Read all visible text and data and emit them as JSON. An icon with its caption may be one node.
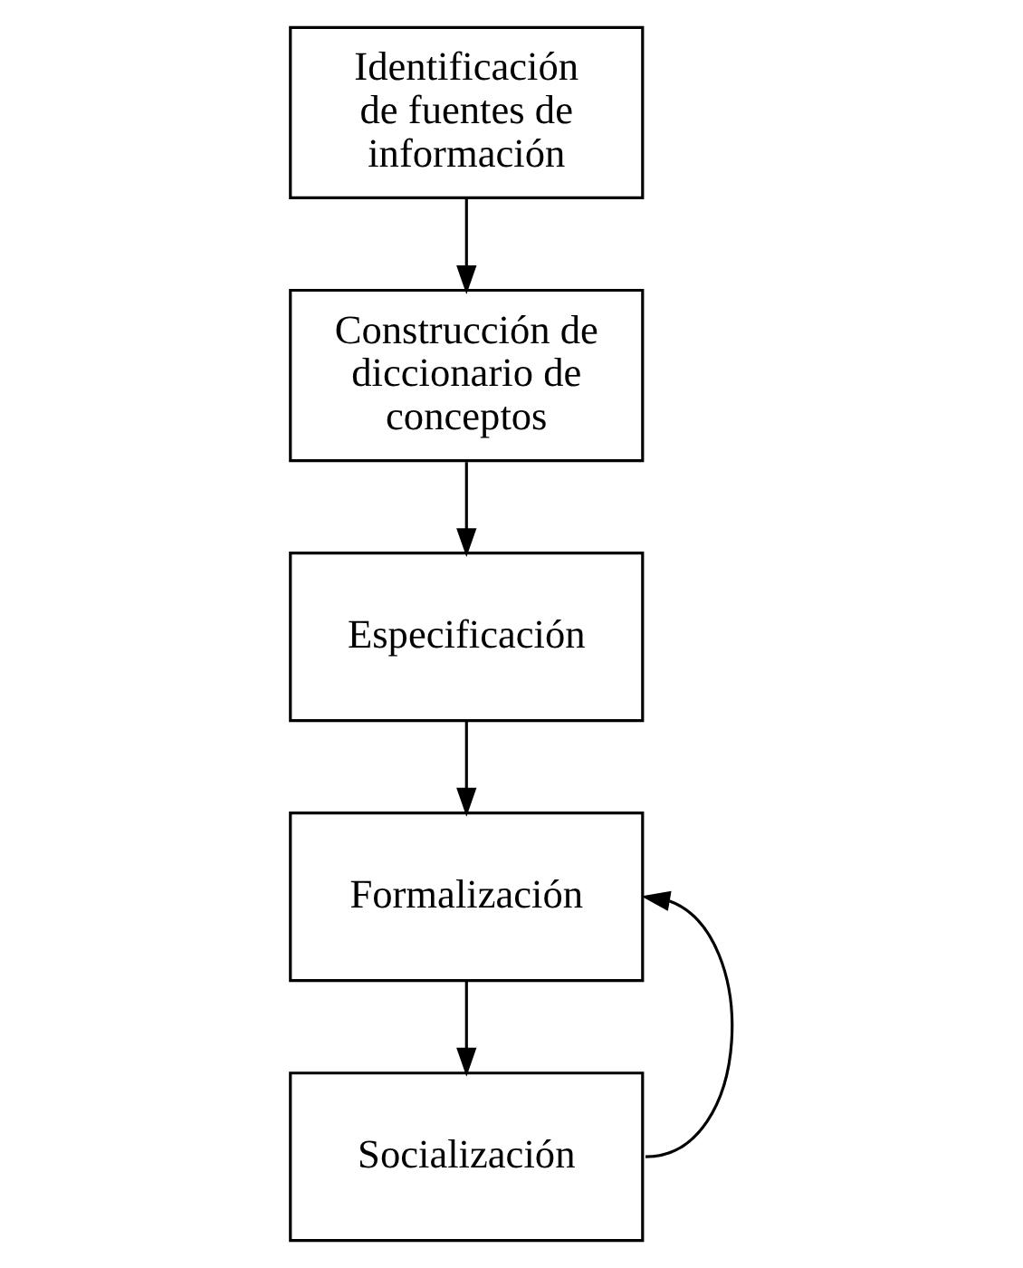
{
  "diagram": {
    "nodes": [
      {
        "text": [
          "Identificación de fuentes de información"
        ]
      },
      {
        "text": [
          "Construcción de diccionario de conceptos"
        ]
      },
      {
        "text": [
          "Especificación"
        ]
      },
      {
        "text": [
          "Formalización"
        ]
      },
      {
        "text": [
          "Socialización"
        ]
      }
    ],
    "edges": [
      {
        "from": 0,
        "to": 1,
        "arrow": "to"
      },
      {
        "from": 1,
        "to": 2,
        "arrow": "to"
      },
      {
        "from": 2,
        "to": 3,
        "arrow": "to"
      },
      {
        "from": 3,
        "to": 4,
        "arrow": "to"
      },
      {
        "from": 4,
        "to": 3,
        "arrow": "to"
      }
    ]
  }
}
